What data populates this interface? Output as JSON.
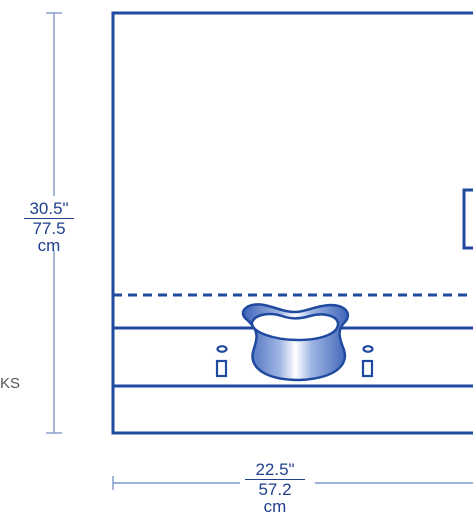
{
  "dimensions": {
    "height": {
      "inches": "30.5\"",
      "cm": "77.5 cm"
    },
    "width": {
      "inches": "22.5\"",
      "cm": "57.2 cm"
    }
  },
  "side_text": "KS",
  "colors": {
    "drape_outline": "#1f4aa0",
    "dimension_text": "#1f3f8f",
    "dimension_line": "#7f97c9",
    "pouch_fill": "#5c7fc6"
  }
}
